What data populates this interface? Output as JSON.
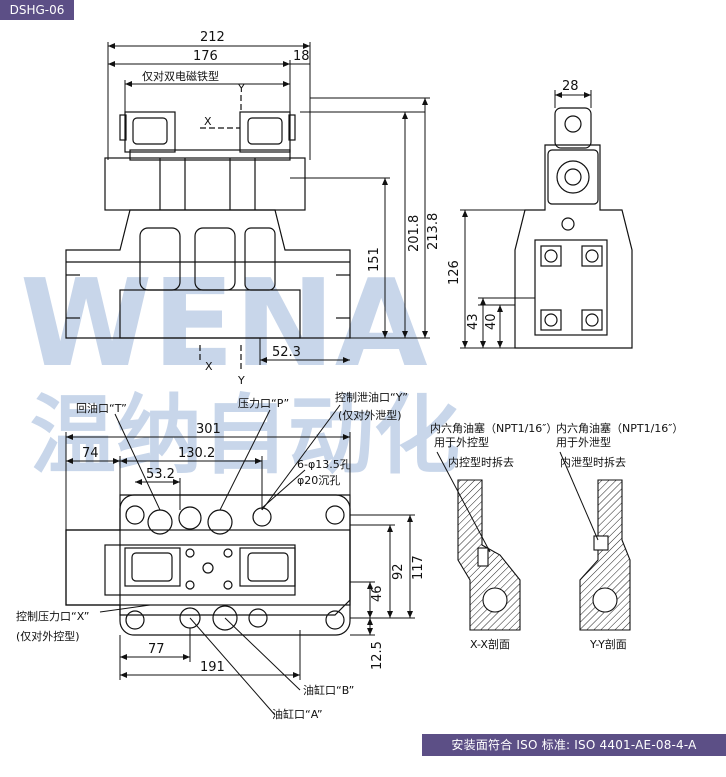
{
  "model_tag": "DSHG-06",
  "watermark": {
    "word": "WENA",
    "chinese": "温纳自动化"
  },
  "front_view": {
    "dims": {
      "d212": "212",
      "d176": "176",
      "d18": "18",
      "d213_8": "213.8",
      "d201_8": "201.8",
      "d151": "151",
      "d52_3": "52.3"
    },
    "note_double_solenoid": "仅对双电磁铁型",
    "section_x": "X",
    "section_y": "Y"
  },
  "side_view": {
    "dims": {
      "d28": "28",
      "d126": "126",
      "d43": "43",
      "d40": "40"
    }
  },
  "top_view": {
    "dims": {
      "d301": "301",
      "d74": "74",
      "d130_2": "130.2",
      "d53_2": "53.2",
      "d92": "92",
      "d117": "117",
      "d46": "46",
      "d12_5": "12.5",
      "d77": "77",
      "d191": "191"
    },
    "callouts": {
      "return_port": "回油口“T”",
      "pressure_port": "压力口“P”",
      "drain_port": "控制泄油口“Y”",
      "drain_port_note": "(仅对外泄型)",
      "holes": "6-φ13.5孔",
      "counterbore": "φ20沉孔",
      "pilot_port": "控制压力口“X”",
      "pilot_port_note": "(仅对外控型)",
      "port_b": "油缸口“B”",
      "port_a": "油缸口“A”"
    }
  },
  "sections": {
    "left_note_1": "内六角油塞（NPT1/16″）",
    "left_note_2": "用于外控型",
    "left_note_3": "内控型时拆去",
    "right_note_1": "内六角油塞（NPT1/16″）",
    "right_note_2": "用于外泄型",
    "right_note_3": "内泄型时拆去",
    "xx_label": "X-X剖面",
    "yy_label": "Y-Y剖面"
  },
  "footer_text": "安装面符合 ISO 标准: ISO 4401-AE-08-4-A"
}
